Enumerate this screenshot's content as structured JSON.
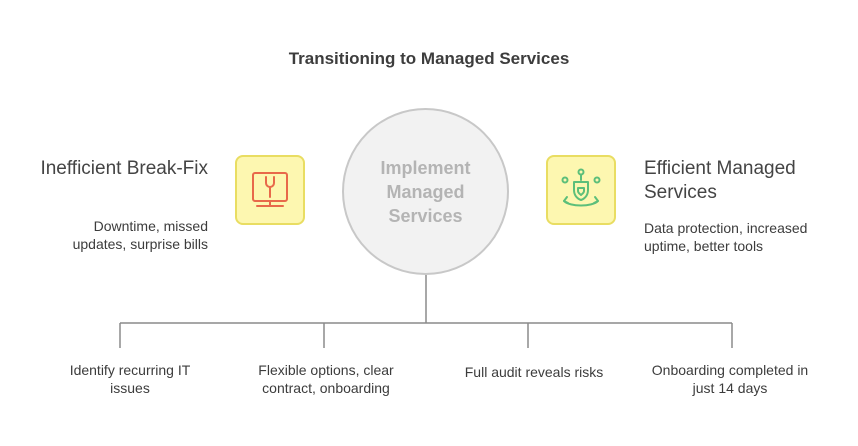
{
  "title": "Transitioning to Managed Services",
  "center": {
    "label": "Implement Managed Services"
  },
  "left": {
    "heading": "Inefficient Break-Fix",
    "description": "Downtime, missed updates, surprise bills",
    "icon": "wrench-monitor-icon",
    "color": "#e8694a"
  },
  "right": {
    "heading": "Efficient Managed Services",
    "description": "Data protection, increased uptime, better tools",
    "icon": "shield-network-icon",
    "color": "#5cbf7a"
  },
  "branches": [
    {
      "label": "Identify recurring IT issues"
    },
    {
      "label": "Flexible options, clear contract, onboarding"
    },
    {
      "label": "Full audit reveals risks"
    },
    {
      "label": "Onboarding completed in just 14 days"
    }
  ],
  "colors": {
    "icon_box_fill": "#fdf7b0",
    "icon_box_border": "#e9dd62",
    "connector": "#8a8a8a",
    "circle_fill": "#f2f2f2",
    "circle_border": "#c8c8c8"
  }
}
